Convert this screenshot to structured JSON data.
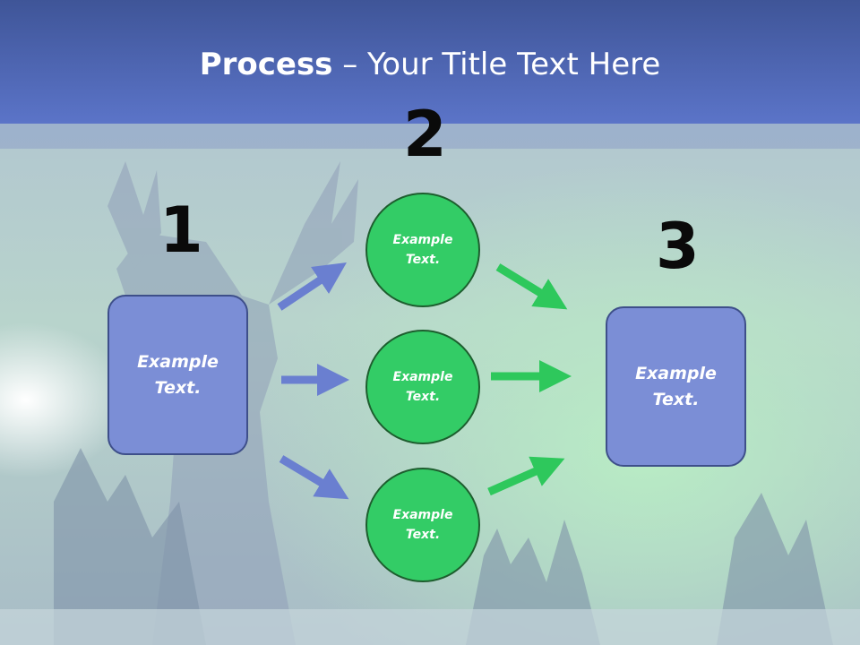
{
  "title": {
    "bold": "Process",
    "rest": " – Your Title Text Here"
  },
  "steps": [
    "1",
    "2",
    "3"
  ],
  "left_box": {
    "text": "Example Text."
  },
  "circles": [
    {
      "text": "Example Text."
    },
    {
      "text": "Example Text."
    },
    {
      "text": "Example Text."
    }
  ],
  "right_box": {
    "text": "Example Text."
  },
  "colors": {
    "header": "#5b74c8",
    "box": "#7b8ed6",
    "circle": "#33cc66",
    "arrow_blue": "#6a7fd0",
    "arrow_green": "#2ec85c"
  }
}
